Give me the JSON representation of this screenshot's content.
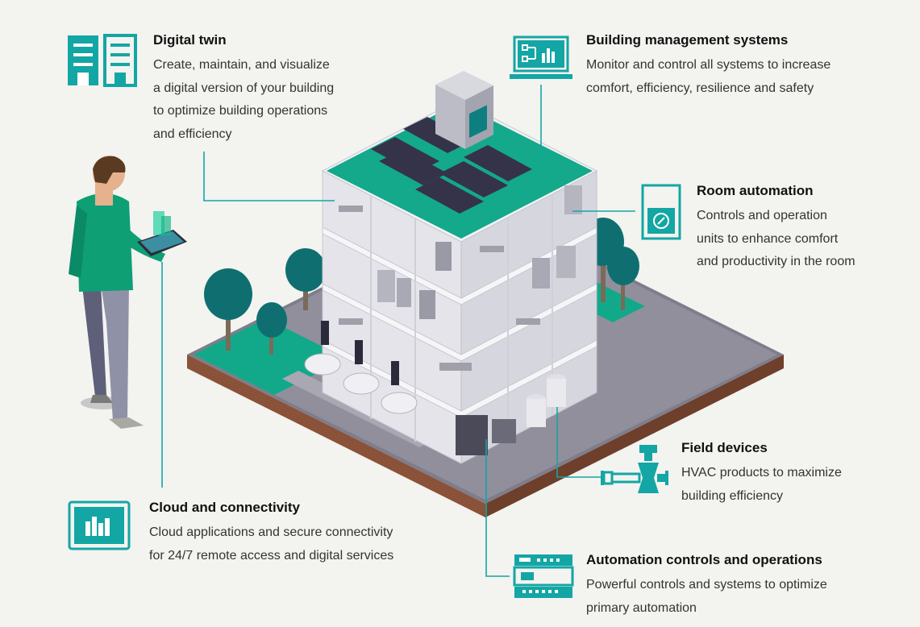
{
  "colors": {
    "teal": "#13a6a4",
    "dark_teal": "#0b6e6e",
    "green": "#1fab82",
    "ground": "#8e8c98",
    "lawn": "#12a98a"
  },
  "sections": {
    "digital_twin": {
      "title": "Digital twin",
      "lines": [
        "Create, maintain, and visualize",
        "a digital version of your building",
        "to optimize building operations",
        "and efficiency"
      ],
      "icon": "buildings-icon"
    },
    "bms": {
      "title": "Building management systems",
      "lines": [
        "Monitor and control all systems to increase",
        "comfort, efficiency, resilience and safety"
      ],
      "icon": "monitor-dashboard-icon"
    },
    "room_automation": {
      "title": "Room automation",
      "lines": [
        "Controls and operation",
        "units to enhance comfort",
        "and productivity in the room"
      ],
      "icon": "room-controller-icon"
    },
    "field_devices": {
      "title": "Field devices",
      "lines": [
        "HVAC products to maximize",
        "building efficiency"
      ],
      "icon": "valve-icon"
    },
    "cloud": {
      "title": "Cloud and connectivity",
      "lines": [
        "Cloud applications and secure connectivity",
        "for 24/7 remote access and digital services"
      ],
      "icon": "tablet-chart-icon"
    },
    "automation_controls": {
      "title": "Automation controls and operations",
      "lines": [
        "Powerful controls and systems to optimize",
        "primary automation"
      ],
      "icon": "controller-module-icon"
    }
  }
}
